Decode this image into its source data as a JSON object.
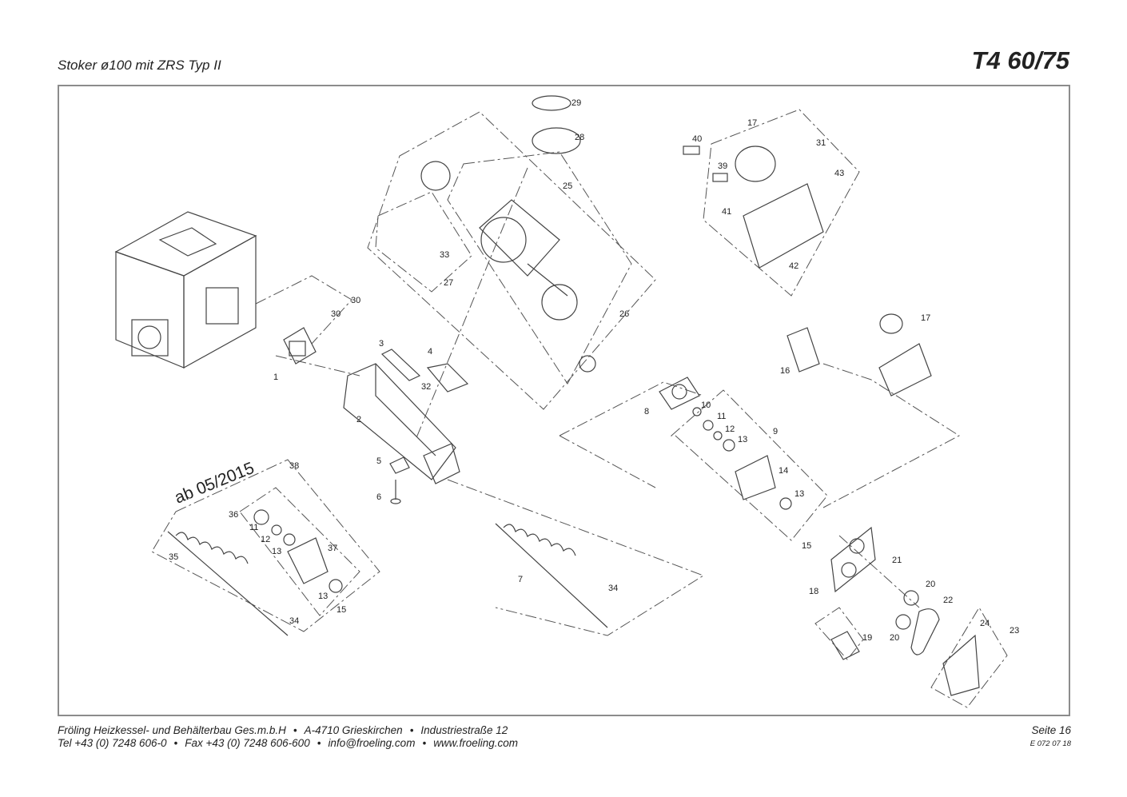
{
  "header": {
    "subtitle": "Stoker ø100 mit ZRS Typ II",
    "model": "T4 60/75"
  },
  "footer": {
    "company": "Fröling Heizkessel- und Behälterbau Ges.m.b.H",
    "city": "A-4710 Grieskirchen",
    "street": "Industriestraße 12",
    "tel": "Tel +43 (0) 7248 606-0",
    "fax": "Fax +43 (0) 7248 606-600",
    "email": "info@froeling.com",
    "web": "www.froeling.com",
    "bullet": "•",
    "page": "Seite 16",
    "doc_code": "E 072 07 18"
  },
  "diagram": {
    "note": "ab 05/2015",
    "part_labels": [
      "1",
      "2",
      "3",
      "4",
      "5",
      "6",
      "7",
      "8",
      "9",
      "10",
      "11",
      "12",
      "13",
      "14",
      "15",
      "16",
      "17",
      "18",
      "19",
      "20",
      "21",
      "22",
      "23",
      "24",
      "25",
      "26",
      "27",
      "28",
      "29",
      "30",
      "31",
      "32",
      "33",
      "34",
      "35",
      "36",
      "37",
      "38",
      "39",
      "40",
      "41",
      "42",
      "43"
    ]
  }
}
